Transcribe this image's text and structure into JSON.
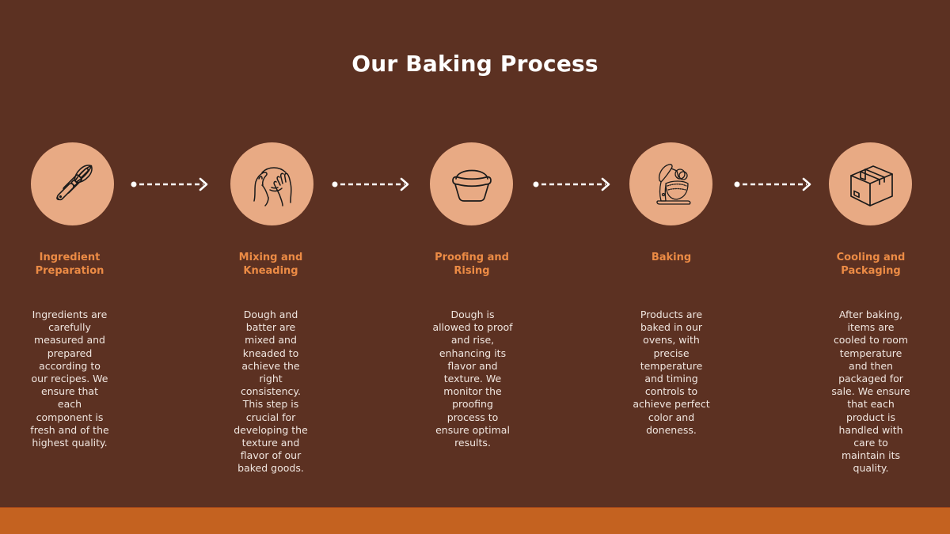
{
  "title": "Our Baking Process",
  "colors": {
    "background": "#5c3122",
    "circle": "#e8aa84",
    "step_title": "#ec8b45",
    "description": "#f0e6e0",
    "footer_bar": "#c46220"
  },
  "steps": [
    {
      "icon": "whisk-rolling-pin-icon",
      "title": "Ingredient Preparation",
      "description": "Ingredients are carefully measured and prepared according to our recipes. We ensure that each component is fresh and of the highest quality."
    },
    {
      "icon": "hands-kneading-dough-icon",
      "title": "Mixing and Kneading",
      "description": "Dough and batter are mixed and kneaded to achieve the right consistency. This step is crucial for developing the texture and flavor of our baked goods."
    },
    {
      "icon": "rising-dough-bowl-icon",
      "title": "Proofing and Rising",
      "description": "Dough is allowed to proof and rise, enhancing its flavor and texture. We monitor the proofing process to ensure optimal results."
    },
    {
      "icon": "stand-mixer-icon",
      "title": "Baking",
      "description": "Products are baked in our ovens, with precise temperature and timing controls to achieve perfect color and doneness."
    },
    {
      "icon": "package-box-icon",
      "title": "Cooling and Packaging",
      "description": "After baking, items are cooled to room temperature and then packaged for sale. We ensure that each product is handled with care to maintain its quality."
    }
  ],
  "connectors": [
    "dotted-arrow",
    "dotted-arrow",
    "dotted-arrow",
    "dotted-arrow"
  ]
}
